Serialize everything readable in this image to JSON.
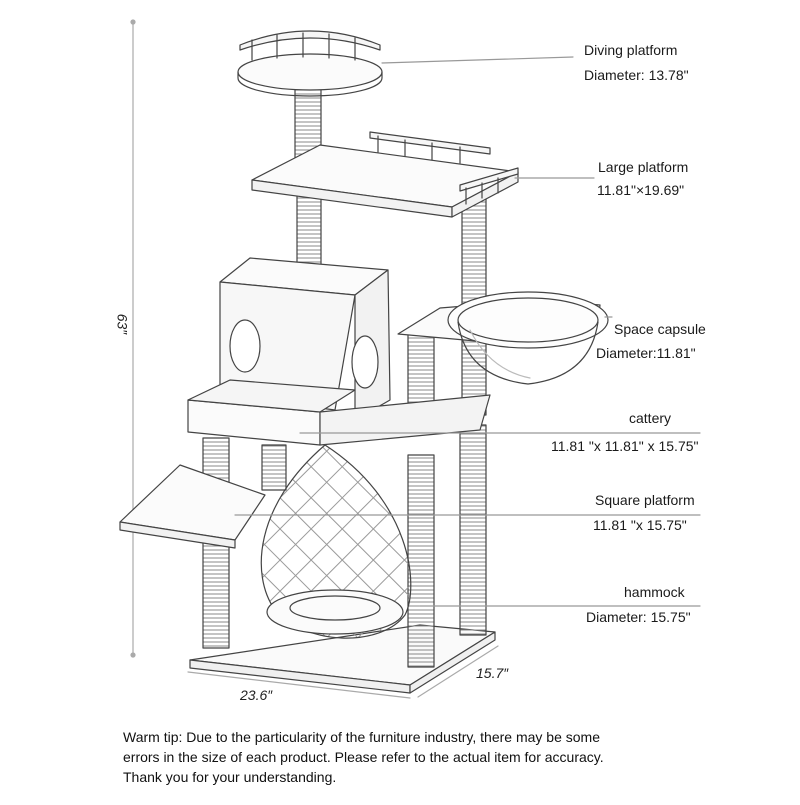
{
  "dimensions": {
    "height": "63″",
    "width": "23.6″",
    "depth": "15.7″"
  },
  "parts": [
    {
      "name": "Diving platform",
      "size": "Diameter: 13.78\""
    },
    {
      "name": "Large platform",
      "size": "11.81\"×19.69\""
    },
    {
      "name": "Space capsule",
      "size": "Diameter:11.81\""
    },
    {
      "name": "cattery",
      "size": "11.81 \"x 11.81\" x 15.75\""
    },
    {
      "name": "Square platform",
      "size": "11.81 \"x 15.75\""
    },
    {
      "name": "hammock",
      "size": "Diameter: 15.75\""
    }
  ],
  "tip": {
    "line1": "Warm tip: Due to the particularity of the furniture industry, there may be some",
    "line2": "errors in the size of each product. Please refer to the actual item for accuracy.",
    "line3": "Thank you for your understanding."
  }
}
